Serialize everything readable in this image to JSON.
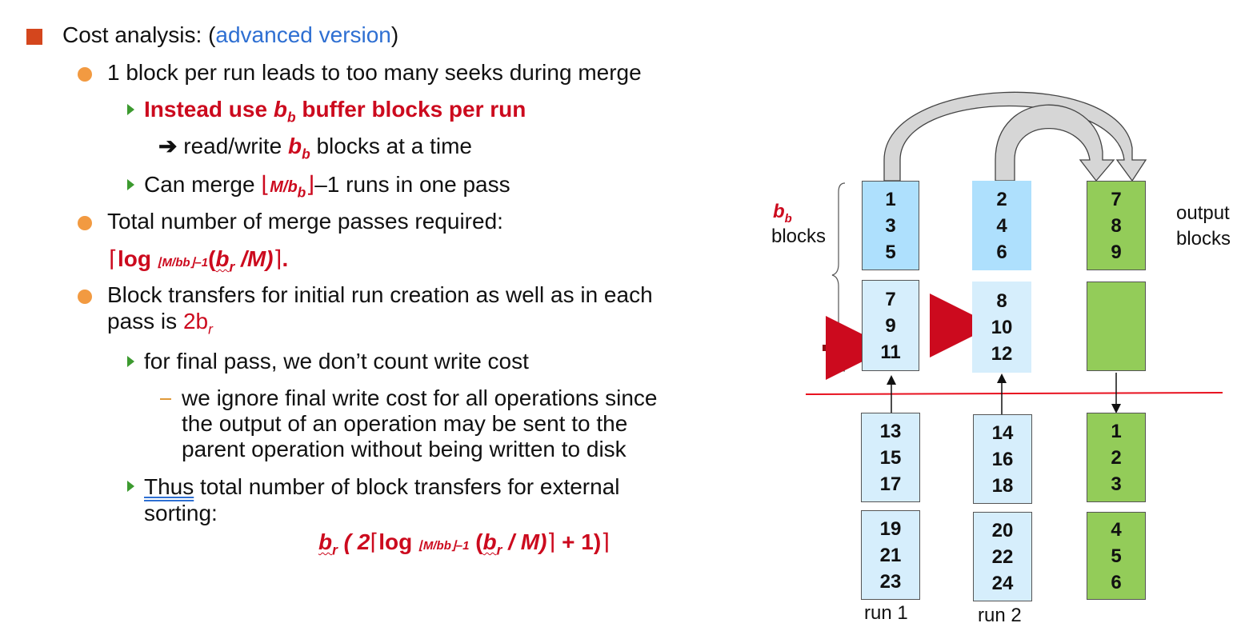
{
  "slide": {
    "heading": {
      "prefix": "Cost analysis:  (",
      "link": "advanced version",
      "suffix": ")"
    },
    "bullet1": "1  block per run leads to too many seeks during merge",
    "sub1": {
      "a": "Instead use ",
      "b": "b",
      "sub": "b",
      "c": " buffer blocks per run"
    },
    "sub1_arrow": {
      "arrow": "➔",
      "a": " read/write ",
      "b": "b",
      "sub": "b",
      "c": " blocks at a time"
    },
    "sub2": {
      "a": "Can merge ",
      "floor_l": "⌊",
      "m": "M/b",
      "sub": "b",
      "floor_r": "⌋",
      "c": "–1 runs in one pass"
    },
    "bullet2": "Total number of merge passes required:",
    "formula1": {
      "ceil_l": "⌈",
      "log": "log ",
      "base": "⌊M/bb⌋–1",
      "arg_open": "(",
      "br": "b",
      "br_sub": "r",
      "arg_rest": " /M)",
      "ceil_r": "⌉",
      "dot": "."
    },
    "bullet3_line1": "Block transfers for initial run creation as well as in each",
    "bullet3_line2": {
      "a": "pass is ",
      "val": "2b",
      "sub": "r"
    },
    "sub3": "for final pass, we don’t count write cost",
    "dash1_lines": [
      "we ignore final write cost for all operations since",
      "the output of an operation may be sent to the",
      "parent operation without being written to disk"
    ],
    "sub4": {
      "thus": "Thus",
      "rest": " total number of block transfers for external",
      "line2": "sorting:"
    },
    "formula2": {
      "br": "b",
      "br_sub": "r",
      "open": " ( 2",
      "ceil_l": "⌈",
      "log": "log ",
      "base": "⌊M/bb⌋–1",
      "arg_open": " (",
      "br2": "b",
      "br2_sub": "r",
      "arg_rest": " / M)",
      "ceil_r": "⌉",
      "plus": " + 1)",
      "ceil_r2": "⌉"
    }
  },
  "diagram": {
    "bb_label": {
      "b": "b",
      "sub": "b",
      "text": "blocks"
    },
    "output_label": [
      "output",
      "blocks"
    ],
    "run1_buffer": [
      [
        "1",
        "3",
        "5"
      ],
      [
        "7",
        "9",
        "11"
      ]
    ],
    "run2_buffer": [
      [
        "2",
        "4",
        "6"
      ],
      [
        "8",
        "10",
        "12"
      ]
    ],
    "output_buffer": [
      [
        "7",
        "8",
        "9"
      ],
      []
    ],
    "run1_disk": [
      [
        "13",
        "15",
        "17"
      ],
      [
        "19",
        "21",
        "23"
      ]
    ],
    "run2_disk": [
      [
        "14",
        "16",
        "18"
      ],
      [
        "20",
        "22",
        "24"
      ]
    ],
    "output_disk": [
      [
        "1",
        "2",
        "3"
      ],
      [
        "4",
        "5",
        "6"
      ]
    ],
    "run1_label": "run 1",
    "run2_label": "run 2",
    "colors": {
      "light_blue": "#aee0fd",
      "pale_blue": "#d6eefc",
      "green": "#93cc59",
      "red": "#cc0a1e",
      "link_blue": "#2e6fd2"
    }
  }
}
